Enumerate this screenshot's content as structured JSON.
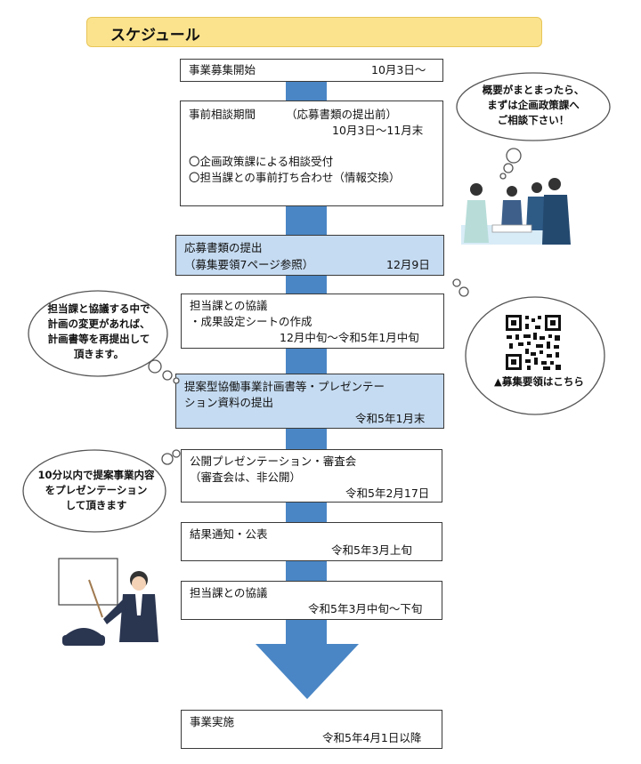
{
  "title": "スケジュール",
  "steps": [
    {
      "label": "事業募集開始",
      "date": "10月3日～"
    },
    {
      "label": "事前相談期間",
      "sub": "（応募書類の提出前）",
      "date": "10月3日～11月末",
      "bullets": [
        "〇企画政策課による相談受付",
        "〇担当課との事前打ち合わせ（情報交換）"
      ]
    },
    {
      "label": "応募書類の提出",
      "sub": "（募集要領7ページ参照）",
      "date": "12月9日"
    },
    {
      "label": "担当課との協議",
      "sub": "・成果設定シートの作成",
      "date": "12月中旬～令和5年1月中旬"
    },
    {
      "label": "提案型協働事業計画書等・プレゼンテー",
      "label2": "ション資料の提出",
      "date": "令和5年1月末"
    },
    {
      "label": "公開プレゼンテーション・審査会",
      "sub": "（審査会は、非公開）",
      "date": "令和5年2月17日"
    },
    {
      "label": "結果通知・公表",
      "date": "令和5年3月上旬"
    },
    {
      "label": "担当課との協議",
      "date": "令和5年3月中旬～下旬"
    },
    {
      "label": "事業実施",
      "date": "令和5年4月1日以降"
    }
  ],
  "clouds": {
    "consult": [
      "概要がまとまったら、",
      "まずは企画政策課へ",
      "ご相談下さい！"
    ],
    "change": [
      "担当課と協議する中で",
      "計画の変更があれば、",
      "計画書等を再提出して",
      "頂きます。"
    ],
    "presentation": [
      "10分以内で提案事業内容",
      "をプレゼンテーション",
      "して頂きます"
    ]
  },
  "qr_caption": "▲募集要領はこちら",
  "colors": {
    "arrow": "#4a86c5",
    "title_bg": "#fbe38e",
    "highlight_box": "#c5dbf1"
  }
}
